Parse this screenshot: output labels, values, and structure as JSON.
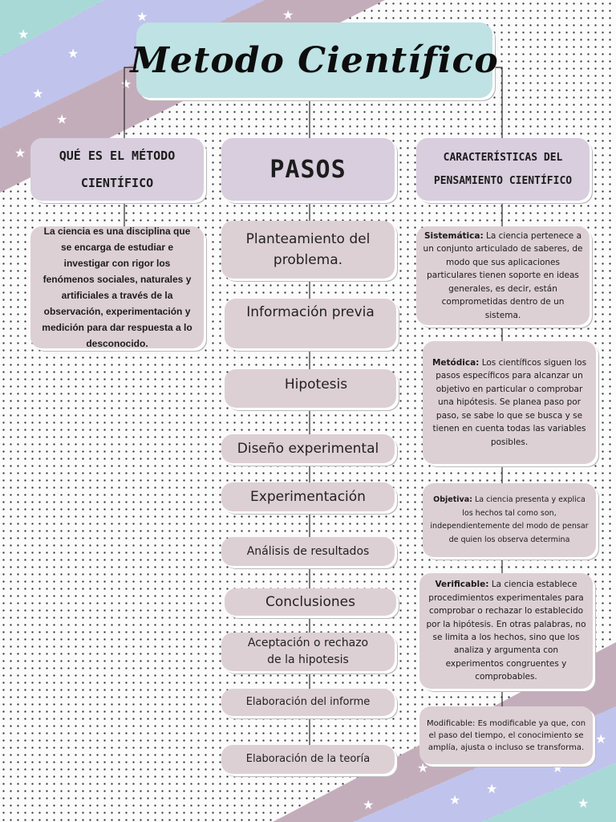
{
  "title": "Metodo Científico",
  "colors": {
    "title_box": "#bfe2e4",
    "header_box": "#d8cede",
    "content_box": "#ddd0d4",
    "band_teal": "#a9d9d7",
    "band_lavender": "#c0c3ec",
    "band_mauve": "#c4adbb"
  },
  "columns": {
    "definition": {
      "header": "QUÉ ES EL MÉTODO CIENTÍFICO",
      "text": "La ciencia es una disciplina que se encarga de estudiar e investigar con rigor los fenómenos sociales, naturales y artificiales a través de la observación, experimentación y medición para dar respuesta a lo desconocido."
    },
    "steps": {
      "header": "PASOS",
      "items": [
        "Planteamiento del problema.",
        "Información previa",
        "Hipotesis",
        "Diseño experimental",
        "Experimentación",
        "Análisis de resultados",
        "Conclusiones",
        "Aceptación o rechazo de la hipotesis",
        "Elaboración del informe",
        "Elaboración de la teoría"
      ]
    },
    "characteristics": {
      "header": "CARACTERÍSTICAS DEL PENSAMIENTO CIENTÍFICO",
      "items": [
        {
          "term": "Sistemática:",
          "text": "La ciencia pertenece a un conjunto articulado de saberes, de modo que sus aplicaciones particulares tienen soporte en ideas generales, es decir, están comprometidas dentro de un sistema."
        },
        {
          "term": "Metódica:",
          "text": "Los científicos siguen los pasos específicos para alcanzar un objetivo en particular o comprobar una hipótesis. Se planea paso por paso, se sabe lo que se busca y se tienen en cuenta todas las variables posibles."
        },
        {
          "term": "Objetiva:",
          "text": "La ciencia presenta y explica los hechos tal como son, independientemente del modo de pensar de quien los observa determina"
        },
        {
          "term": "Verificable:",
          "text": "La ciencia establece procedimientos experimentales para comprobar o rechazar lo establecido por la hipótesis. En otras palabras, no se limita a los hechos, sino que los analiza y argumenta con experimentos congruentes y comprobables."
        },
        {
          "term": "Modificable:",
          "text": "Es modificable ya que, con el paso del tiempo, el conocimiento se amplía, ajusta o incluso se transforma."
        }
      ]
    }
  }
}
